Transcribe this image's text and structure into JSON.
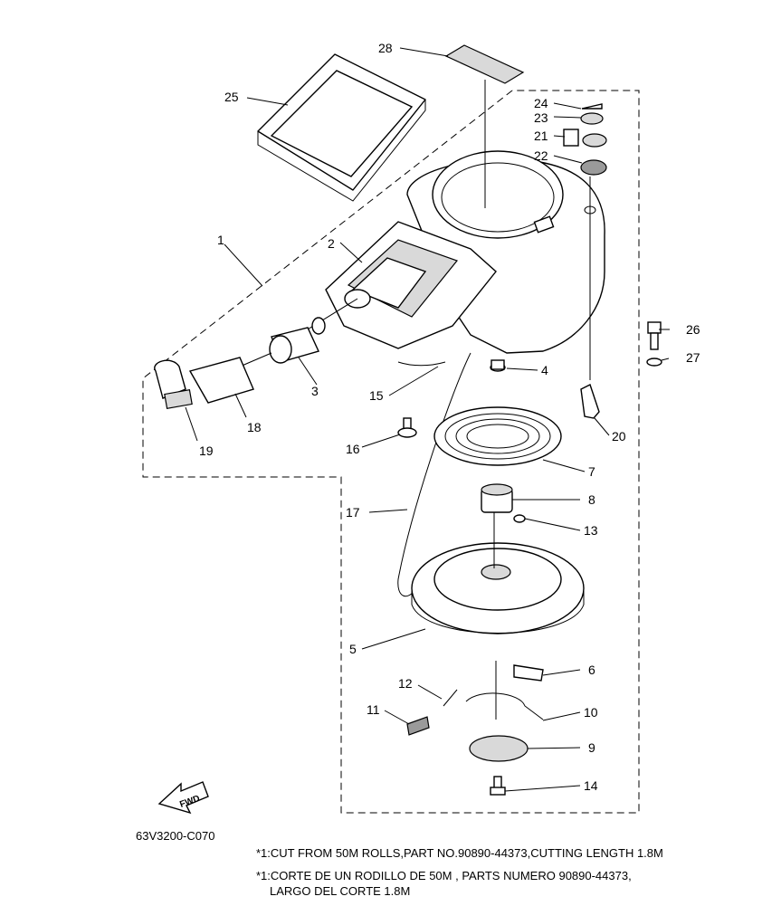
{
  "callouts": [
    "1",
    "2",
    "3",
    "4",
    "5",
    "6",
    "7",
    "8",
    "9",
    "10",
    "11",
    "12",
    "13",
    "14",
    "15",
    "16",
    "17",
    "18",
    "19",
    "20",
    "21",
    "22",
    "23",
    "24",
    "25",
    "26",
    "27",
    "28"
  ],
  "fwd_label": "FWD",
  "figure_code": "63V3200-C070",
  "notes": {
    "english": "*1:CUT FROM 50M ROLLS,PART NO.90890-44373,CUTTING LENGTH 1.8M",
    "spanish_line1": "*1:CORTE DE UN RODILLO DE 50M , PARTS NUMERO 90890-44373,",
    "spanish_line2": "LARGO DEL CORTE 1.8M"
  }
}
